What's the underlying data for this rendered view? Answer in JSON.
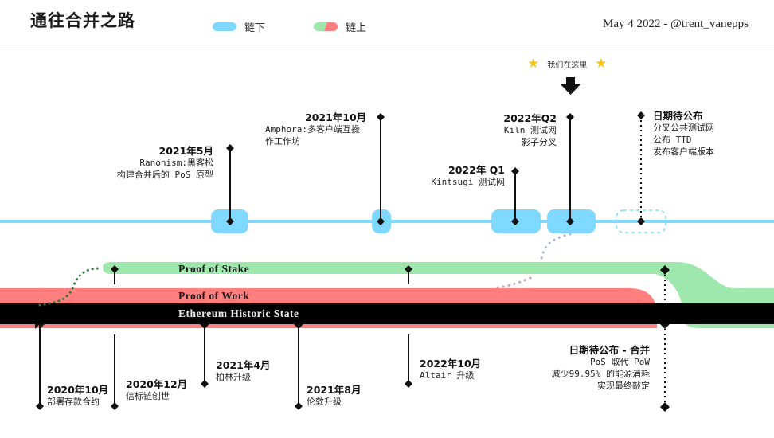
{
  "header": {
    "title": "通往合并之路",
    "byline": "May 4 2022 - @trent_vanepps"
  },
  "legend": {
    "items": [
      {
        "label": "链下",
        "colors": [
          "#7fd8ff"
        ]
      },
      {
        "label": "链上",
        "colors": [
          "#9fe8ad",
          "#ff7f7f"
        ]
      }
    ]
  },
  "colors": {
    "offchain": "#7fd8ff",
    "pos": "#9fe8ad",
    "pow": "#ff7f7f",
    "history": "#000000"
  },
  "bands": {
    "pos": "Proof of Stake",
    "pow": "Proof of Work",
    "history": "Ethereum Historic State"
  },
  "marker": {
    "label": "我们在这里",
    "icon": "star-icon"
  },
  "offchain_events": [
    {
      "date": "2021年5月",
      "lines": [
        "Ranonism:黑客松",
        "构建合并后的 PoS 原型"
      ]
    },
    {
      "date": "2021年10月",
      "lines": [
        "Amphora:多客户端互操",
        "作工作坊"
      ]
    },
    {
      "date": "2022年 Q1",
      "lines": [
        "Kintsugi 测试网"
      ]
    },
    {
      "date": "2022年Q2",
      "lines": [
        "Kiln 测试网",
        "影子分叉"
      ]
    },
    {
      "date": "日期待公布",
      "lines": [
        "分叉公共测试网",
        "公布 TTD",
        "发布客户端版本"
      ]
    }
  ],
  "onchain_events": [
    {
      "date": "2020年10月",
      "lines": [
        "部署存款合约"
      ]
    },
    {
      "date": "2020年12月",
      "lines": [
        "信标链创世"
      ]
    },
    {
      "date": "2021年4月",
      "lines": [
        "柏林升级"
      ]
    },
    {
      "date": "2021年8月",
      "lines": [
        "伦敦升级"
      ]
    },
    {
      "date": "2022年10月",
      "lines": [
        "Altair 升级"
      ]
    },
    {
      "date": "日期待公布 - 合并",
      "lines": [
        "PoS 取代 PoW",
        "减少99.95% 的能源消耗",
        "实现最终敲定"
      ]
    }
  ]
}
